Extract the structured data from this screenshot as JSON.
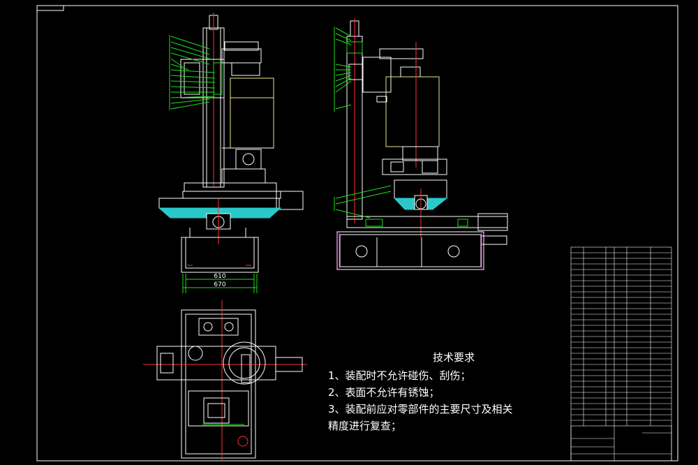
{
  "dimensions": {
    "inner_width": "610",
    "outer_width": "670"
  },
  "technical_requirements": {
    "title": "技术要求",
    "items": [
      "1、装配时不允许碰伤、刮伤；",
      "2、表面不允许有锈蚀；",
      "3、装配前应对零部件的主要尺寸及相关",
      "精度进行复查；"
    ]
  },
  "colors": {
    "background": "#000000",
    "frame": "#ffffff",
    "part_lines": "#ffffff",
    "center_lines": "#ff3030",
    "leader_lines": "#19e619",
    "section_fill": "#2ac8c8",
    "motor_outline": "#f0e68c",
    "hatch": "#ff00ff"
  }
}
